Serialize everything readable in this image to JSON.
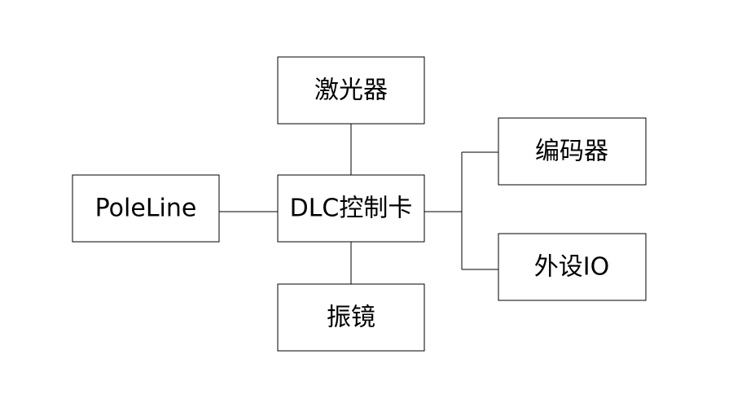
{
  "diagram": {
    "nodes": {
      "laser": {
        "label": "激光器"
      },
      "controller": {
        "label": "DLC控制卡"
      },
      "poleline": {
        "label": "PoleLine"
      },
      "galvo": {
        "label": "振镜"
      },
      "encoder": {
        "label": "编码器"
      },
      "peripheral_io": {
        "label": "外设IO"
      }
    },
    "edges": [
      {
        "from": "controller",
        "to": "laser"
      },
      {
        "from": "controller",
        "to": "poleline"
      },
      {
        "from": "controller",
        "to": "galvo"
      },
      {
        "from": "controller",
        "to": "encoder"
      },
      {
        "from": "controller",
        "to": "peripheral_io"
      }
    ]
  }
}
